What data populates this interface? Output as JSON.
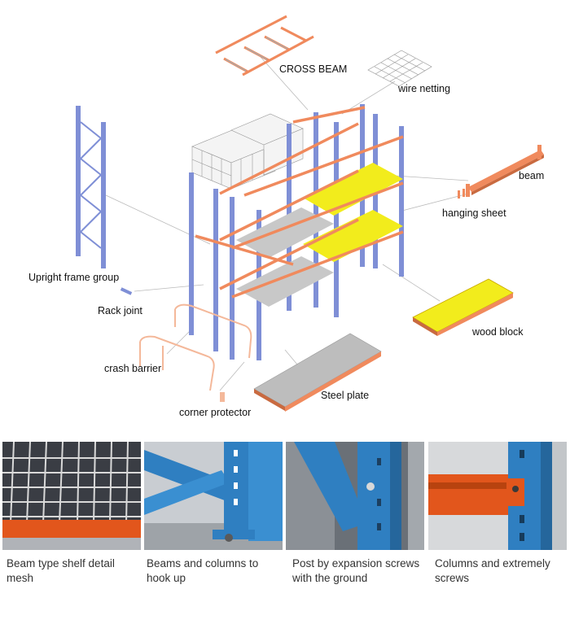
{
  "labels": {
    "cross_beam": "CROSS BEAM",
    "wire_netting": "wire netting",
    "beam": "beam",
    "hanging_sheet": "hanging sheet",
    "upright_frame_group": "Upright frame group",
    "rack_joint": "Rack joint",
    "wood_block": "wood block",
    "crash_barrier": "crash barrier",
    "steel_plate": "Steel plate",
    "corner_protector": "corner protector"
  },
  "photos": [
    {
      "caption": "Beam type shelf detail mesh"
    },
    {
      "caption": "Beams and columns to hook up"
    },
    {
      "caption": "Post by expansion screws with the ground"
    },
    {
      "caption": "Columns and extremely screws"
    }
  ],
  "colors": {
    "upright": "#7f8fd6",
    "beam": "#f08a5d",
    "wood": "#f2ec1c",
    "steel": "#c8c8c8",
    "photo_blue": "#2f7fc1",
    "photo_orange": "#e2561c"
  }
}
